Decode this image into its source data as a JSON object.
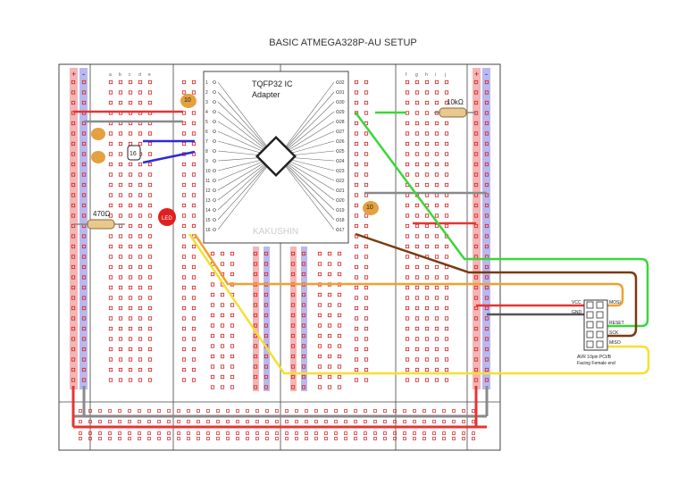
{
  "title": "BASIC ATMEGA328P-AU SETUP",
  "adapter": {
    "line1": "TQFP32 IC",
    "line2": "Adapter",
    "brand": "KAKUSHIN"
  },
  "left_pins": [
    "1",
    "2",
    "3",
    "4",
    "5",
    "6",
    "7",
    "8",
    "9",
    "10",
    "11",
    "12",
    "13",
    "14",
    "15",
    "16"
  ],
  "right_pins": [
    "32",
    "31",
    "30",
    "29",
    "28",
    "27",
    "26",
    "25",
    "24",
    "23",
    "22",
    "21",
    "20",
    "19",
    "18",
    "17"
  ],
  "components": {
    "cap_top": "10",
    "cap_right": "10",
    "crystal": "16",
    "resistor_left": "470Ω",
    "resistor_right": "10kΩ",
    "led": "LED"
  },
  "rail_signs": {
    "plus": "+",
    "minus": "-"
  },
  "column_letters_left": [
    "a",
    "b",
    "c",
    "d",
    "e"
  ],
  "column_letters_right": [
    "f",
    "g",
    "h",
    "i",
    "j"
  ],
  "header": {
    "left_labels": [
      "VCC",
      "GND"
    ],
    "right_labels": [
      "MOSI",
      "RESET",
      "SCK",
      "MISO"
    ],
    "caption_line1": "AVR 10pin PCI/B",
    "caption_line2": "Facing Female end"
  },
  "colors": {
    "rail_red": "#f4b6b6",
    "rail_blue": "#b9b9f0",
    "hole": "#d32020",
    "wire_red": "#e63434",
    "wire_gray": "#8a8a8a",
    "wire_blue": "#2b2bd6",
    "wire_green": "#3ad63a",
    "wire_orange": "#f0a030",
    "wire_yellow": "#f4e030",
    "wire_brown": "#7a3a10",
    "cap": "#e5a040",
    "led": "#e02020"
  }
}
